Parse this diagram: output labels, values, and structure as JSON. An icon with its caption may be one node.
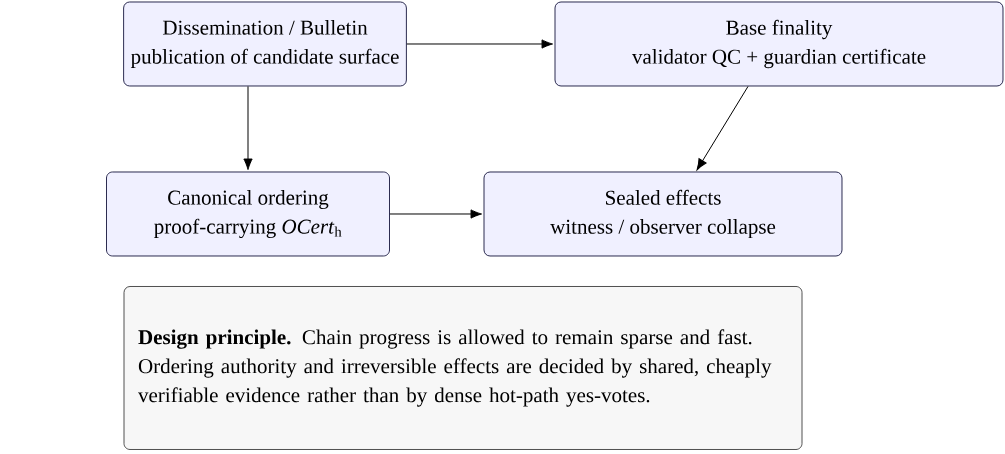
{
  "diagram": {
    "nodes": [
      {
        "text": [
          "Dissemination / Bulletin",
          "publication of candidate surface"
        ]
      },
      {
        "text": [
          "Base finality",
          "validator QC + guardian certificate"
        ]
      },
      {
        "text": [
          "Canonical ordering",
          "proof-carrying *OCert*$_{h}$"
        ]
      },
      {
        "text": [
          "Sealed effects",
          "witness / observer collapse"
        ]
      },
      {
        "text": [
          "**Design principle.** Chain progress is allowed to remain sparse and fast. Ordering authority and irreversible effects are decided by shared, cheaply verifiable evidence rather than by dense hot-path yes-votes."
        ]
      }
    ],
    "edges": [
      {
        "from": 0,
        "to": 1,
        "arrow": "to"
      },
      {
        "from": 0,
        "to": 2,
        "arrow": "to"
      },
      {
        "from": 1,
        "to": 3,
        "arrow": "to"
      },
      {
        "from": 2,
        "to": 3,
        "arrow": "to"
      }
    ]
  }
}
